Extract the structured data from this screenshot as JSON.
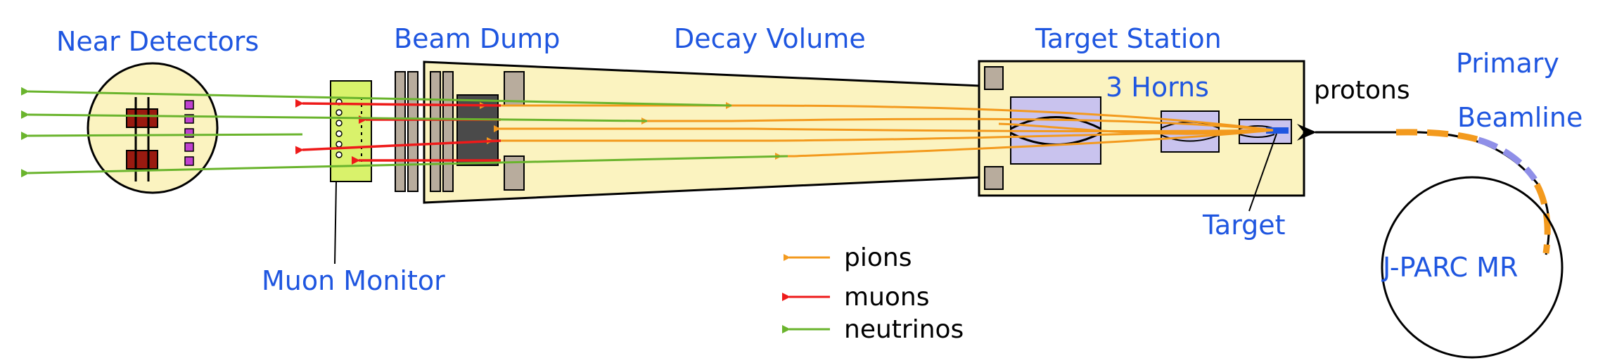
{
  "labels": {
    "near_detectors": "Near Detectors",
    "beam_dump": "Beam Dump",
    "decay_volume": "Decay Volume",
    "target_station": "Target Station",
    "three_horns": "3 Horns",
    "protons": "protons",
    "primary": "Primary",
    "beamline": "Beamline",
    "target": "Target",
    "muon_monitor": "Muon Monitor",
    "jparc_mr": "J-PARC MR"
  },
  "legend": [
    {
      "name": "pions",
      "color": "#f39a1e"
    },
    {
      "name": "muons",
      "color": "#ee1a1a"
    },
    {
      "name": "neutrinos",
      "color": "#6ab42d"
    }
  ],
  "colors": {
    "label_blue": "#1f56e0",
    "tunnel_fill": "#fbf3c0",
    "muon_monitor_fill": "#d9f26b",
    "horn_fill": "#c9c3ee",
    "dump_fill": "#b8ac9d",
    "dump_core": "#4a4a4a",
    "magnet_red": "#9a1a10",
    "magnet_violet": "#c040d0",
    "beamline_blue": "#8f8fe8",
    "beamline_orange": "#f39a1e"
  }
}
